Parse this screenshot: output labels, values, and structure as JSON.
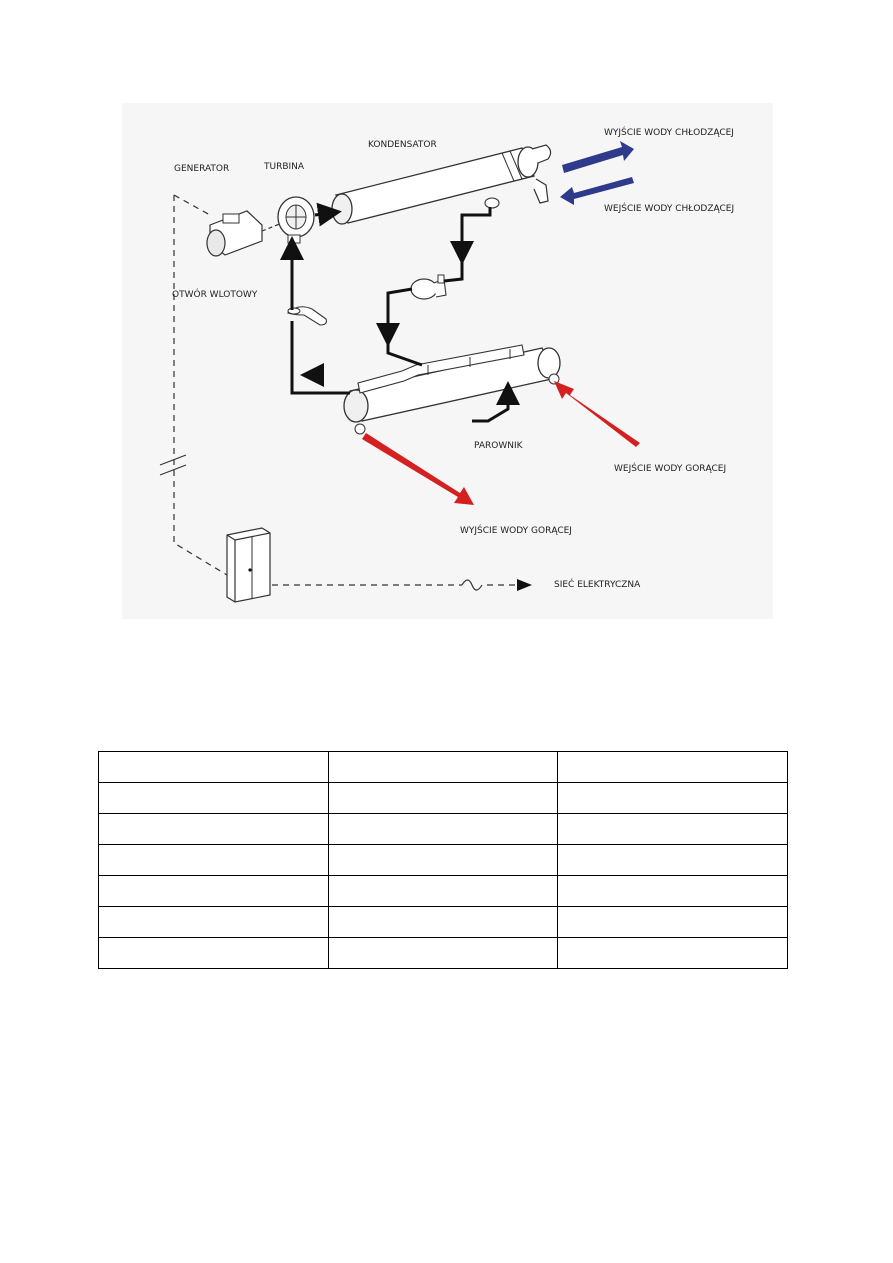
{
  "diagram": {
    "labels": {
      "generator": "GENERATOR",
      "turbine": "TURBINA",
      "condenser": "KONDENSATOR",
      "cooling_out": "WYJŚCIE WODY CHŁODZĄCEJ",
      "cooling_in": "WEJŚCIE WODY CHŁODZĄCEJ",
      "inlet": "OTWÓR WLOTOWY",
      "evaporator": "PAROWNIK",
      "hot_in": "WEJŚCIE WODY GORĄCEJ",
      "hot_out": "WYJŚCIE WODY GORĄCEJ",
      "grid": "SIEĆ ELEKTRYCZNA"
    },
    "colors": {
      "cooling_arrow": "#2e3a8c",
      "hot_arrow": "#d42020",
      "flow_line": "#111111"
    }
  },
  "table": {
    "columns": 3,
    "rows": [
      [
        "",
        "",
        ""
      ],
      [
        "",
        "",
        ""
      ],
      [
        "",
        "",
        ""
      ],
      [
        "",
        "",
        ""
      ],
      [
        "",
        "",
        ""
      ],
      [
        "",
        "",
        ""
      ],
      [
        "",
        "",
        ""
      ]
    ]
  }
}
